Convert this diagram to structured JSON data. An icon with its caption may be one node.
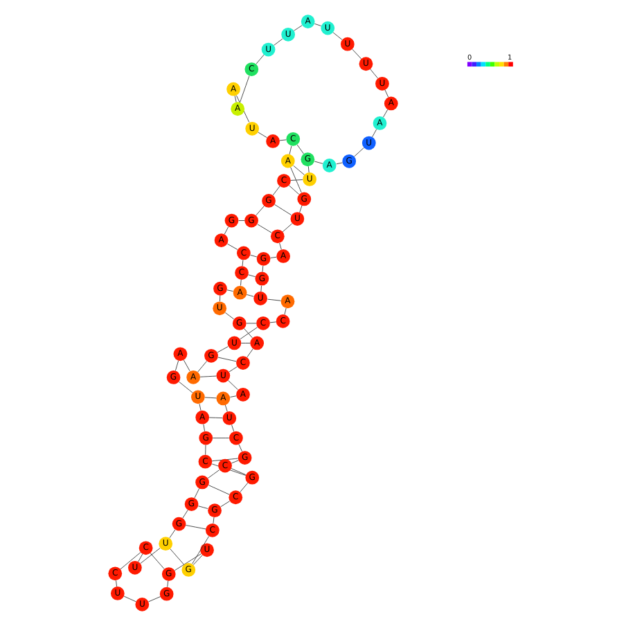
{
  "diagram": {
    "nodes": [
      {
        "text": [
          "U"
        ]
      },
      {
        "text": [
          "U"
        ]
      },
      {
        "text": [
          "G"
        ]
      },
      {
        "text": [
          "G"
        ]
      },
      {
        "text": [
          "U"
        ]
      },
      {
        "text": [
          "G"
        ]
      },
      {
        "text": [
          "C"
        ]
      },
      {
        "text": [
          "G"
        ]
      },
      {
        "text": [
          "C"
        ]
      },
      {
        "text": [
          "G"
        ]
      },
      {
        "text": [
          "C"
        ]
      },
      {
        "text": [
          "G"
        ]
      },
      {
        "text": [
          "A"
        ]
      },
      {
        "text": [
          "U"
        ]
      },
      {
        "text": [
          "G"
        ]
      },
      {
        "text": [
          "A"
        ]
      },
      {
        "text": [
          "A"
        ]
      },
      {
        "text": [
          "G"
        ]
      },
      {
        "text": [
          "U"
        ]
      },
      {
        "text": [
          "C"
        ]
      },
      {
        "text": [
          "C"
        ]
      },
      {
        "text": [
          "A"
        ]
      },
      {
        "text": [
          "U"
        ]
      },
      {
        "text": [
          "G"
        ]
      },
      {
        "text": [
          "G"
        ]
      },
      {
        "text": [
          "A"
        ]
      },
      {
        "text": [
          "C"
        ]
      },
      {
        "text": [
          "U"
        ]
      },
      {
        "text": [
          "G"
        ]
      },
      {
        "text": [
          "A"
        ]
      },
      {
        "text": [
          "C"
        ]
      },
      {
        "text": [
          "A"
        ]
      },
      {
        "text": [
          "U"
        ]
      },
      {
        "text": [
          "A"
        ]
      },
      {
        "text": [
          "A"
        ]
      },
      {
        "text": [
          "C"
        ]
      },
      {
        "text": [
          "U"
        ]
      },
      {
        "text": [
          "U"
        ]
      },
      {
        "text": [
          "A"
        ]
      },
      {
        "text": [
          "U"
        ]
      },
      {
        "text": [
          "U"
        ]
      },
      {
        "text": [
          "U"
        ]
      },
      {
        "text": [
          "U"
        ]
      },
      {
        "text": [
          "A"
        ]
      },
      {
        "text": [
          "A"
        ]
      },
      {
        "text": [
          "U"
        ]
      },
      {
        "text": [
          "G"
        ]
      },
      {
        "text": [
          "A"
        ]
      },
      {
        "text": [
          "G"
        ]
      },
      {
        "text": [
          "U"
        ]
      },
      {
        "text": [
          "C"
        ]
      },
      {
        "text": [
          "G"
        ]
      },
      {
        "text": [
          "G"
        ]
      },
      {
        "text": [
          "G"
        ]
      },
      {
        "text": [
          "A"
        ]
      },
      {
        "text": [
          "C"
        ]
      },
      {
        "text": [
          "C"
        ]
      },
      {
        "text": [
          "A"
        ]
      },
      {
        "text": [
          "G"
        ]
      },
      {
        "text": [
          "U"
        ]
      },
      {
        "text": [
          "G"
        ]
      },
      {
        "text": [
          "A"
        ]
      },
      {
        "text": [
          "C"
        ]
      },
      {
        "text": [
          "U"
        ]
      },
      {
        "text": [
          "A"
        ]
      },
      {
        "text": [
          "A"
        ]
      },
      {
        "text": [
          "U"
        ]
      },
      {
        "text": [
          "C"
        ]
      },
      {
        "text": [
          "G"
        ]
      },
      {
        "text": [
          "C"
        ]
      },
      {
        "text": [
          "G"
        ]
      },
      {
        "text": [
          "G"
        ]
      },
      {
        "text": [
          "G"
        ]
      },
      {
        "text": [
          "U"
        ]
      },
      {
        "text": [
          "U"
        ]
      },
      {
        "text": [
          "C"
        ]
      },
      {
        "text": [
          "C"
        ]
      }
    ],
    "edges": [
      {
        "from": 0,
        "to": 1,
        "arrow": "none"
      },
      {
        "from": 1,
        "to": 2,
        "arrow": "none"
      },
      {
        "from": 2,
        "to": 3,
        "arrow": "none"
      },
      {
        "from": 3,
        "to": 4,
        "arrow": "none"
      },
      {
        "from": 4,
        "to": 5,
        "arrow": "none"
      },
      {
        "from": 5,
        "to": 6,
        "arrow": "none"
      },
      {
        "from": 6,
        "to": 7,
        "arrow": "none"
      },
      {
        "from": 7,
        "to": 8,
        "arrow": "none"
      },
      {
        "from": 8,
        "to": 9,
        "arrow": "none"
      },
      {
        "from": 9,
        "to": 10,
        "arrow": "none"
      },
      {
        "from": 10,
        "to": 11,
        "arrow": "none"
      },
      {
        "from": 11,
        "to": 12,
        "arrow": "none"
      },
      {
        "from": 12,
        "to": 13,
        "arrow": "none"
      },
      {
        "from": 13,
        "to": 14,
        "arrow": "none"
      },
      {
        "from": 14,
        "to": 15,
        "arrow": "none"
      },
      {
        "from": 15,
        "to": 16,
        "arrow": "none"
      },
      {
        "from": 16,
        "to": 17,
        "arrow": "none"
      },
      {
        "from": 17,
        "to": 18,
        "arrow": "none"
      },
      {
        "from": 18,
        "to": 19,
        "arrow": "none"
      },
      {
        "from": 19,
        "to": 20,
        "arrow": "none"
      },
      {
        "from": 20,
        "to": 21,
        "arrow": "none"
      },
      {
        "from": 21,
        "to": 22,
        "arrow": "none"
      },
      {
        "from": 22,
        "to": 23,
        "arrow": "none"
      },
      {
        "from": 23,
        "to": 24,
        "arrow": "none"
      },
      {
        "from": 24,
        "to": 25,
        "arrow": "none"
      },
      {
        "from": 25,
        "to": 26,
        "arrow": "none"
      },
      {
        "from": 26,
        "to": 27,
        "arrow": "none"
      },
      {
        "from": 27,
        "to": 28,
        "arrow": "none"
      },
      {
        "from": 28,
        "to": 29,
        "arrow": "none"
      },
      {
        "from": 29,
        "to": 30,
        "arrow": "none"
      },
      {
        "from": 30,
        "to": 31,
        "arrow": "none"
      },
      {
        "from": 31,
        "to": 32,
        "arrow": "none"
      },
      {
        "from": 32,
        "to": 33,
        "arrow": "none"
      },
      {
        "from": 33,
        "to": 34,
        "arrow": "none"
      },
      {
        "from": 34,
        "to": 35,
        "arrow": "none"
      },
      {
        "from": 35,
        "to": 36,
        "arrow": "none"
      },
      {
        "from": 36,
        "to": 37,
        "arrow": "none"
      },
      {
        "from": 37,
        "to": 38,
        "arrow": "none"
      },
      {
        "from": 38,
        "to": 39,
        "arrow": "none"
      },
      {
        "from": 39,
        "to": 40,
        "arrow": "none"
      },
      {
        "from": 40,
        "to": 41,
        "arrow": "none"
      },
      {
        "from": 41,
        "to": 42,
        "arrow": "none"
      },
      {
        "from": 42,
        "to": 43,
        "arrow": "none"
      },
      {
        "from": 43,
        "to": 44,
        "arrow": "none"
      },
      {
        "from": 44,
        "to": 45,
        "arrow": "none"
      },
      {
        "from": 45,
        "to": 46,
        "arrow": "none"
      },
      {
        "from": 46,
        "to": 47,
        "arrow": "none"
      },
      {
        "from": 47,
        "to": 48,
        "arrow": "none"
      },
      {
        "from": 48,
        "to": 49,
        "arrow": "none"
      },
      {
        "from": 49,
        "to": 50,
        "arrow": "none"
      },
      {
        "from": 50,
        "to": 51,
        "arrow": "none"
      },
      {
        "from": 51,
        "to": 52,
        "arrow": "none"
      },
      {
        "from": 52,
        "to": 53,
        "arrow": "none"
      },
      {
        "from": 53,
        "to": 54,
        "arrow": "none"
      },
      {
        "from": 54,
        "to": 55,
        "arrow": "none"
      },
      {
        "from": 55,
        "to": 56,
        "arrow": "none"
      },
      {
        "from": 56,
        "to": 57,
        "arrow": "none"
      },
      {
        "from": 57,
        "to": 58,
        "arrow": "none"
      },
      {
        "from": 58,
        "to": 59,
        "arrow": "none"
      },
      {
        "from": 59,
        "to": 60,
        "arrow": "none"
      },
      {
        "from": 60,
        "to": 61,
        "arrow": "none"
      },
      {
        "from": 61,
        "to": 62,
        "arrow": "none"
      },
      {
        "from": 62,
        "to": 63,
        "arrow": "none"
      },
      {
        "from": 63,
        "to": 64,
        "arrow": "none"
      },
      {
        "from": 64,
        "to": 65,
        "arrow": "none"
      },
      {
        "from": 65,
        "to": 66,
        "arrow": "none"
      },
      {
        "from": 66,
        "to": 67,
        "arrow": "none"
      },
      {
        "from": 67,
        "to": 68,
        "arrow": "none"
      },
      {
        "from": 68,
        "to": 69,
        "arrow": "none"
      },
      {
        "from": 69,
        "to": 70,
        "arrow": "none"
      },
      {
        "from": 70,
        "to": 71,
        "arrow": "none"
      },
      {
        "from": 71,
        "to": 72,
        "arrow": "none"
      },
      {
        "from": 72,
        "to": 73,
        "arrow": "none"
      },
      {
        "from": 73,
        "to": 74,
        "arrow": "none"
      },
      {
        "from": 74,
        "to": 75,
        "arrow": "none"
      },
      {
        "from": 75,
        "to": 76,
        "arrow": "none"
      },
      {
        "from": 76,
        "to": 0,
        "arrow": "none"
      },
      {
        "from": 75,
        "to": 3,
        "arrow": "none"
      },
      {
        "from": 73,
        "to": 5,
        "arrow": "none"
      },
      {
        "from": 72,
        "to": 6,
        "arrow": "none"
      },
      {
        "from": 71,
        "to": 7,
        "arrow": "none"
      },
      {
        "from": 70,
        "to": 8,
        "arrow": "none"
      },
      {
        "from": 69,
        "to": 9,
        "arrow": "none"
      },
      {
        "from": 68,
        "to": 10,
        "arrow": "none"
      },
      {
        "from": 67,
        "to": 11,
        "arrow": "none"
      },
      {
        "from": 66,
        "to": 12,
        "arrow": "none"
      },
      {
        "from": 65,
        "to": 13,
        "arrow": "none"
      },
      {
        "from": 63,
        "to": 16,
        "arrow": "none"
      },
      {
        "from": 62,
        "to": 17,
        "arrow": "none"
      },
      {
        "from": 61,
        "to": 18,
        "arrow": "none"
      },
      {
        "from": 60,
        "to": 19,
        "arrow": "none"
      },
      {
        "from": 57,
        "to": 22,
        "arrow": "none"
      },
      {
        "from": 56,
        "to": 23,
        "arrow": "none"
      },
      {
        "from": 55,
        "to": 24,
        "arrow": "none"
      },
      {
        "from": 52,
        "to": 26,
        "arrow": "none"
      },
      {
        "from": 51,
        "to": 27,
        "arrow": "none"
      },
      {
        "from": 50,
        "to": 28,
        "arrow": "none"
      },
      {
        "from": 49,
        "to": 29,
        "arrow": "none"
      },
      {
        "from": 48,
        "to": 30,
        "arrow": "none"
      }
    ],
    "labels": [
      "0",
      "1"
    ]
  }
}
